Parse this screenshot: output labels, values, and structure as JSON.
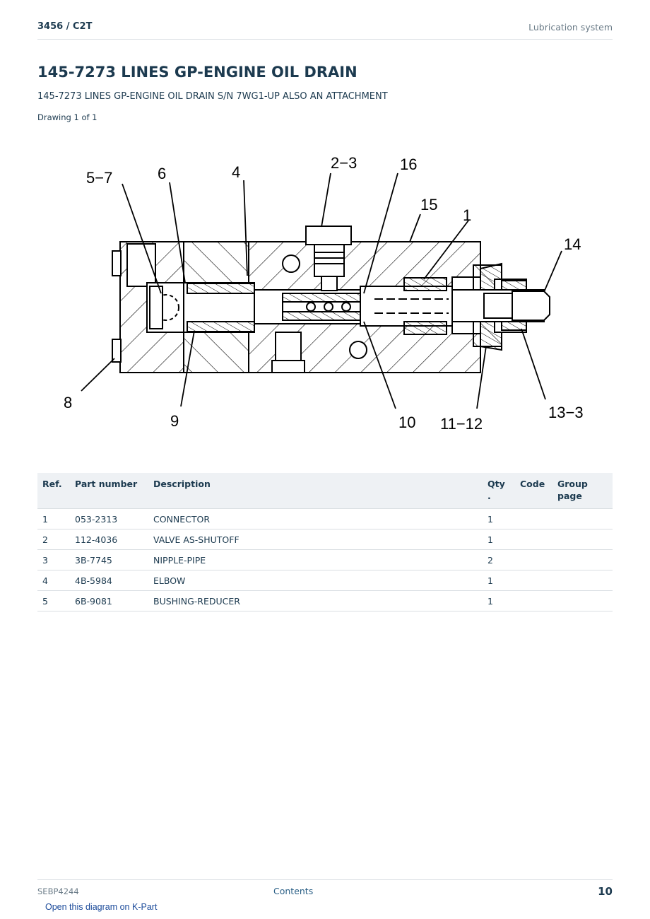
{
  "header": {
    "model": "3456  /  C2T",
    "section": "Lubrication system"
  },
  "title": "145-7273 LINES GP-ENGINE OIL DRAIN",
  "subtitle": "145-7273 LINES GP-ENGINE OIL DRAIN S/N 7WG1-UP ALSO AN ATTACHMENT",
  "drawing_label": "Drawing 1 of 1",
  "diagram": {
    "callouts": [
      "5−7",
      "6",
      "4",
      "2−3",
      "16",
      "15",
      "1",
      "14",
      "8",
      "9",
      "10",
      "11−12",
      "13−3"
    ]
  },
  "table": {
    "headers": [
      "Ref.",
      "Part number",
      "Description",
      "Qty\n.",
      "Code",
      "Group\npage"
    ],
    "rows": [
      [
        "1",
        "053-2313",
        "CONNECTOR",
        "1",
        "",
        ""
      ],
      [
        "2",
        "112-4036",
        "VALVE AS-SHUTOFF",
        "1",
        "",
        ""
      ],
      [
        "3",
        "3B-7745",
        "NIPPLE-PIPE",
        "2",
        "",
        ""
      ],
      [
        "4",
        "4B-5984",
        "ELBOW",
        "1",
        "",
        ""
      ],
      [
        "5",
        "6B-9081",
        "BUSHING-REDUCER",
        "1",
        "",
        ""
      ]
    ]
  },
  "footer": {
    "doc_id": "SEBP4244",
    "contents": "Contents",
    "page": "10",
    "kpart_link": "Open this diagram on K-Part"
  }
}
